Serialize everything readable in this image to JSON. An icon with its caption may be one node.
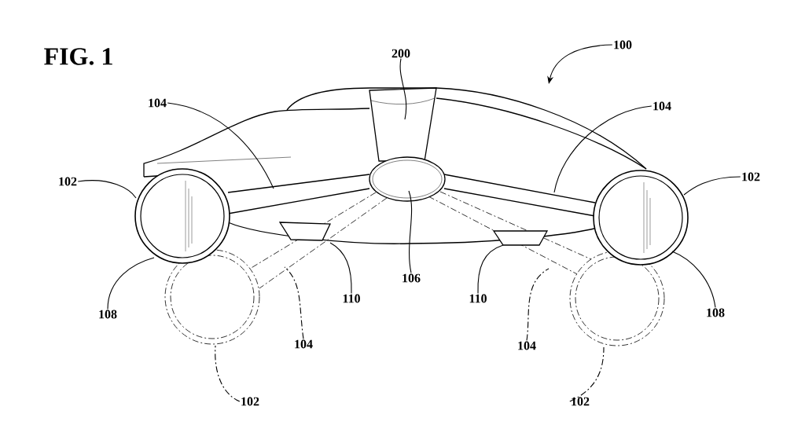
{
  "diagram": {
    "title": "FIG. 1",
    "nodes": [
      {
        "text": [
          "100"
        ]
      },
      {
        "text": [
          "200"
        ]
      },
      {
        "text": [
          "104"
        ]
      },
      {
        "text": [
          "104"
        ]
      },
      {
        "text": [
          "102"
        ]
      },
      {
        "text": [
          "102"
        ]
      },
      {
        "text": [
          "106"
        ]
      },
      {
        "text": [
          "110"
        ]
      },
      {
        "text": [
          "110"
        ]
      },
      {
        "text": [
          "108"
        ]
      },
      {
        "text": [
          "108"
        ]
      },
      {
        "text": [
          "104"
        ]
      },
      {
        "text": [
          "104"
        ]
      },
      {
        "text": [
          "102"
        ]
      },
      {
        "text": [
          "102"
        ]
      }
    ],
    "edges": [
      {
        "from": 0,
        "to": null,
        "arrow": "to"
      },
      {
        "from": 1,
        "to": null,
        "arrow": "none"
      },
      {
        "from": 2,
        "to": null,
        "arrow": "none"
      },
      {
        "from": 3,
        "to": null,
        "arrow": "none"
      },
      {
        "from": 4,
        "to": null,
        "arrow": "none"
      },
      {
        "from": 5,
        "to": null,
        "arrow": "none"
      },
      {
        "from": 6,
        "to": null,
        "arrow": "none"
      },
      {
        "from": 7,
        "to": null,
        "arrow": "none"
      },
      {
        "from": 8,
        "to": null,
        "arrow": "none"
      },
      {
        "from": 9,
        "to": null,
        "arrow": "none"
      },
      {
        "from": 10,
        "to": null,
        "arrow": "none"
      },
      {
        "from": 11,
        "to": null,
        "arrow": "none",
        "style": "dashed"
      },
      {
        "from": 12,
        "to": null,
        "arrow": "none",
        "style": "dashed"
      },
      {
        "from": 13,
        "to": null,
        "arrow": "none",
        "style": "dashed"
      },
      {
        "from": 14,
        "to": null,
        "arrow": "none",
        "style": "dashed"
      }
    ]
  }
}
